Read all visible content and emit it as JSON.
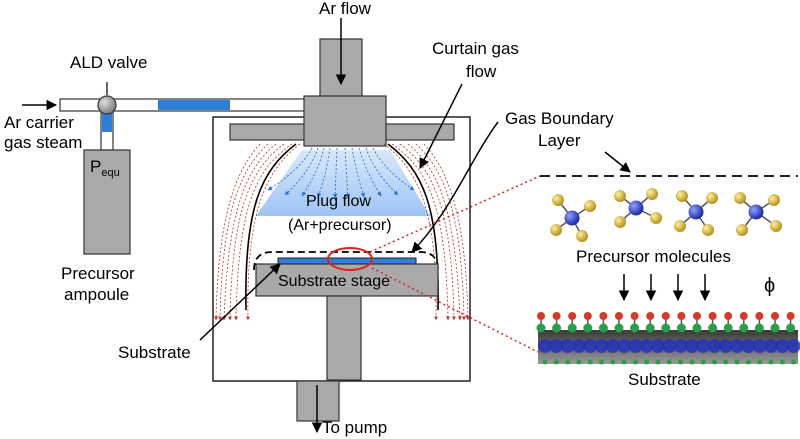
{
  "labels": {
    "ar_flow": "Ar flow",
    "ald_valve": "ALD valve",
    "curtain_gas_line1": "Curtain gas",
    "curtain_gas_line2": "flow",
    "gas_boundary_line1": "Gas Boundary",
    "gas_boundary_line2": "Layer",
    "ar_carrier_line1": "Ar carrier",
    "ar_carrier_line2": "gas steam",
    "p_equ_main": "P",
    "p_equ_sub": "equ",
    "plug_flow_line1": "Plug flow",
    "plug_flow_line2": "(Ar+precursor)",
    "precursor_ampoule_line1": "Precursor",
    "precursor_ampoule_line2": "ampoule",
    "substrate_stage": "Substrate stage",
    "substrate_left": "Substrate",
    "to_pump": "To pump",
    "precursor_molecules": "Precursor molecules",
    "phi": "ϕ",
    "substrate_right": "Substrate"
  },
  "colors": {
    "metal_gray": "#a9a9a9",
    "plug_flow_blue": "#9ec4f5",
    "blue_arrows": "#2f6fd6",
    "red_arrows": "#b8322a",
    "tube_blue": "#2f7fd8",
    "molecule_yellow": "#d8b53a",
    "molecule_blue": "#2433b8",
    "surface_green": "#27a04a",
    "surface_red": "#d43a2a",
    "ellipse_red": "#e02020"
  }
}
